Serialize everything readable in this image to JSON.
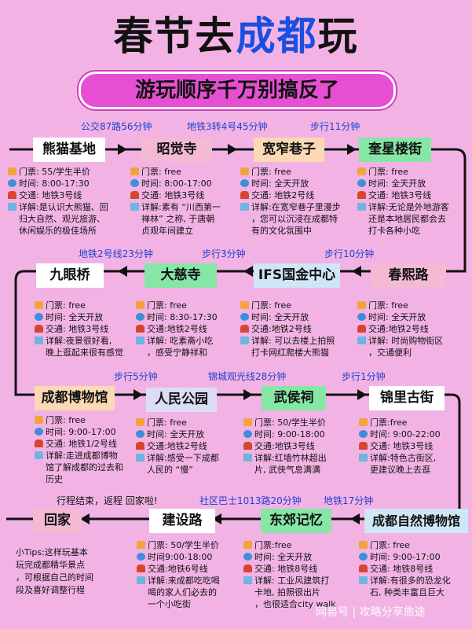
{
  "title": {
    "part1": "春节去",
    "part2": "成都",
    "part3": "玩"
  },
  "banner": "游玩顺序千万别搞反了",
  "transports": {
    "t1": "公交87路56分钟",
    "t2": "地铁3转4号45分钟",
    "t3": "步行11分钟",
    "t4": "地铁2号线23分钟",
    "t5": "步行3分钟",
    "t6": "步行10分钟",
    "t7": "步行5分钟",
    "t8": "锦城观光线28分钟",
    "t9": "步行1分钟",
    "t10": "行程结束，返程 回家啦!",
    "t11": "社区巴士1013路20分钟",
    "t12": "地铁17分钟"
  },
  "stops": {
    "panda": {
      "name": "熊猫基地",
      "ticket": "门票: 55/学生半价",
      "time": "时间: 8:00-17:30",
      "traffic": "交通: 地铁3号线",
      "detail": [
        "详解:是认识大熊猫、回",
        "归大自然、观光旅游、",
        "休闲娱乐的极佳场所"
      ]
    },
    "zhaojue": {
      "name": "昭觉寺",
      "ticket": "门票: free",
      "time": "时间: 8:00-17:00",
      "traffic": "交通: 地铁3号线",
      "detail": [
        "详解:素有 “川西第一",
        "禅林” 之称, 于唐朝",
        "贞观年间建立"
      ]
    },
    "kuanzhai": {
      "name": "宽窄巷子",
      "ticket": "门票: free",
      "time": "时间: 全天开放",
      "traffic": "交通: 地铁2号线",
      "detail": [
        "详解:在宽窄巷子里漫步",
        "，您可以沉浸在成都特",
        "有的文化氛围中"
      ]
    },
    "kuixing": {
      "name": "奎星楼街",
      "ticket": "门票: free",
      "time": "时间: 全天开放",
      "traffic": "交通: 地铁3号线",
      "detail": [
        "详解:无论是外地游客",
        "还是本地居民都会去",
        "打卡各种小吃"
      ]
    },
    "jiuyan": {
      "name": "九眼桥",
      "ticket": "门票: free",
      "time": "时间: 全天开放",
      "traffic": "交通: 地铁3号线",
      "detail": [
        "详解:夜景很好看,",
        "晚上逛起来很有感觉"
      ]
    },
    "daci": {
      "name": "大慈寺",
      "ticket": "门票: free",
      "time": "时间: 8:30-17:30",
      "traffic": "交通:地铁2号线",
      "detail": [
        "详解: 吃素斋小吃",
        "，感受宁静祥和"
      ]
    },
    "ifs": {
      "name": "IFS国金中心",
      "ticket": "门票: free",
      "time": "时间: 全天开放",
      "traffic": "交通:地铁2号线",
      "detail": [
        "详解: 可以去楼上拍照",
        "打卡网红爬楼大熊猫"
      ]
    },
    "chunxi": {
      "name": "春熙路",
      "ticket": "门票: free",
      "time": "时间: 全天开放",
      "traffic": "交通:地铁2号线",
      "detail": [
        "详解: 时尚购物街区",
        "，交通便利"
      ]
    },
    "museum": {
      "name": "成都博物馆",
      "ticket": "门票: free",
      "time": "时间: 9:00-17:00",
      "traffic": "交通: 地铁1/2号线",
      "detail": [
        "详解:走进成都博物",
        "馆了解成都的过去和",
        "历史"
      ]
    },
    "people": {
      "name": "人民公园",
      "ticket": "门票: free",
      "time": "时间: 全天开放",
      "traffic": "交通:地铁2号线",
      "detail": [
        "详解:感受一下成都",
        "人民的 “慢”"
      ]
    },
    "wuhou": {
      "name": "武侯祠",
      "ticket": "门票: 50/学生半价",
      "time": "时间: 9:00-18:00",
      "traffic": "交通:地铁3号线",
      "detail": [
        "详解:红墙竹林超出",
        "片, 武侠气息满满"
      ]
    },
    "jinli": {
      "name": "锦里古街",
      "ticket": "门票:free",
      "time": "时间: 9:00-22:00",
      "traffic": "交通: 地铁3号线",
      "detail": [
        "详解:特色古街区,",
        "更建议晚上去逛"
      ]
    },
    "home": {
      "name": "回家"
    },
    "jianshe": {
      "name": "建设路",
      "ticket": "门票: 50/学生半价",
      "time": "时间9:00-18:00",
      "traffic": "交通:地铁6号线",
      "detail": [
        "详解:来成都吃吃喝",
        "喝的家人们必去的",
        "一个小吃街"
      ]
    },
    "dongjiao": {
      "name": "东郊记忆",
      "ticket": "门票:free",
      "time": "时间: 全天开放",
      "traffic": "交通: 地铁8号线",
      "detail": [
        "详解: 工业风建筑打",
        "卡地, 拍照很出片",
        "，也很适合city walk"
      ]
    },
    "nature": {
      "name": "成都自然博物馆",
      "ticket": "门票: free",
      "time": "时间: 9:00-17:00",
      "traffic": "交通: 地铁8号线",
      "detail": [
        "详解:有很多的恐龙化",
        "石, 种类丰富且巨大"
      ]
    }
  },
  "tips": [
    "小Tips:这样玩基本",
    "玩完成都精华景点",
    "，可根据自己的时间",
    "段及喜好调整行程"
  ],
  "watermark": "网易号 | 攻略分享旅途"
}
